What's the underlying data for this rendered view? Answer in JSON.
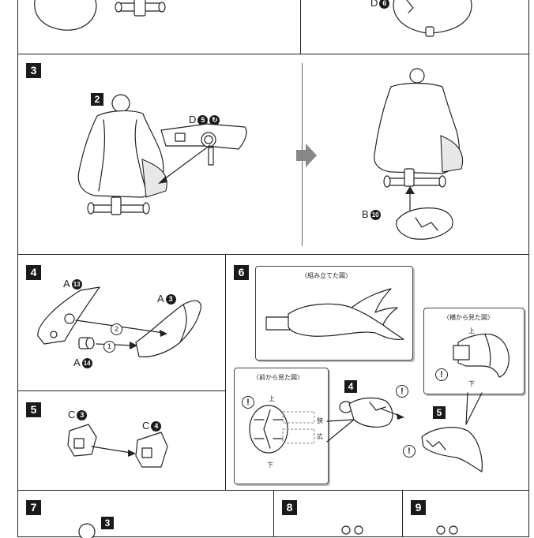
{
  "panel_top": {
    "left_label": "",
    "right_label": "D",
    "right_part": "6"
  },
  "step3": {
    "number": "3",
    "callout_left": "2",
    "part_d_label": "D",
    "part_d_num": "5",
    "part_b_label": "B",
    "part_b_num": "10"
  },
  "step4": {
    "number": "4",
    "a13_label": "A",
    "a13_num": "13",
    "a3_label": "A",
    "a3_num": "3",
    "a14_label": "A",
    "a14_num": "14",
    "order_1": "1",
    "order_2": "2"
  },
  "step5": {
    "number": "5",
    "c3_label": "C",
    "c3_num": "3",
    "c4_label": "C",
    "c4_num": "4"
  },
  "step6": {
    "number": "6",
    "assembled_caption": "〈組み立てた図〉",
    "side_caption": "〈横から見た図〉",
    "front_caption": "〈前から見た図〉",
    "side_top": "上",
    "side_bottom": "下",
    "front_top": "上",
    "front_bottom": "下",
    "narrow": "狭",
    "wide": "広",
    "sub4": "4",
    "sub5": "5",
    "warning": "!"
  },
  "bottom": {
    "step7": "7",
    "step7_callout": "3",
    "step8": "8",
    "step9": "9"
  }
}
